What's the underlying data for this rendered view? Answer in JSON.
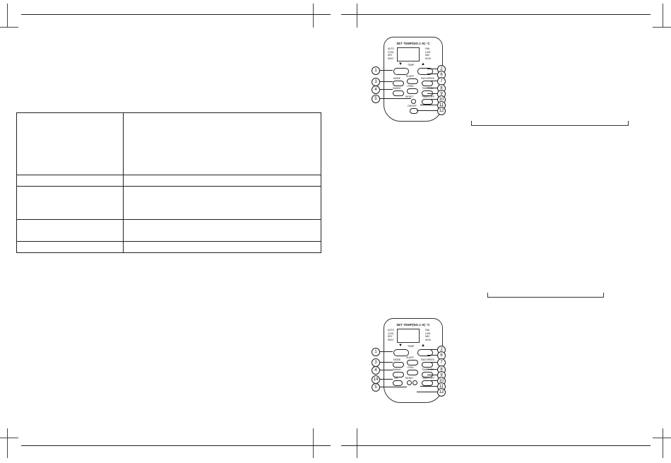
{
  "left_page": {
    "spec_table": {
      "rows": [
        {
          "label": "",
          "value": ""
        },
        {
          "label": "",
          "value": ""
        },
        {
          "label": "",
          "value": ""
        },
        {
          "label": "",
          "value": ""
        },
        {
          "label": "",
          "value": ""
        }
      ]
    }
  },
  "right_page": {
    "remote_top": {
      "title": "SET TEMP(NO.1 H) °C",
      "lcd_left_labels": [
        "AUTO",
        "COOL",
        "DRY",
        "HEAT"
      ],
      "lcd_right_labels": [
        "FAN",
        "LOW",
        "MID",
        "HIGH"
      ],
      "temp_label": "TEMP",
      "mode_label": "MODE",
      "sleep_label": "SLEEP",
      "fan_speed_label": "FAN SPEED",
      "swing_label": "SWING",
      "timer_on_label": "TIMER ON",
      "timer_off_label": "TIMER OFF",
      "ifeel_label": "I FEEL",
      "reset_label": "RESET",
      "on_off_label": "ON/OFF",
      "callouts_left": [
        "1",
        "3",
        "4",
        "5"
      ],
      "callouts_right": [
        "2",
        "6",
        "7",
        "8",
        "9",
        "10",
        "11",
        "12"
      ]
    },
    "remote_bottom": {
      "title": "SET TEMP(NO.1 H) °C",
      "lcd_left_labels": [
        "AUTO",
        "COOL",
        "DRY",
        "HEAT"
      ],
      "lcd_right_labels": [
        "FAN",
        "LOW",
        "MID",
        "HIGH"
      ],
      "temp_label": "TEMP",
      "mode_label": "MODE",
      "sleep_label": "SLEEP",
      "fan_speed_label": "FAN SPEED",
      "swing_label": "SWING",
      "timer_on_label": "TIMER ON",
      "timer_off_label": "TIMER OFF",
      "ifeel_label": "I FEEL",
      "reset_label": "RESET",
      "on_label": "ON",
      "callouts_left": [
        "1",
        "3",
        "4",
        "14",
        "5"
      ],
      "callouts_right": [
        "2",
        "6",
        "7",
        "8",
        "9",
        "10",
        "11",
        "12"
      ]
    }
  }
}
